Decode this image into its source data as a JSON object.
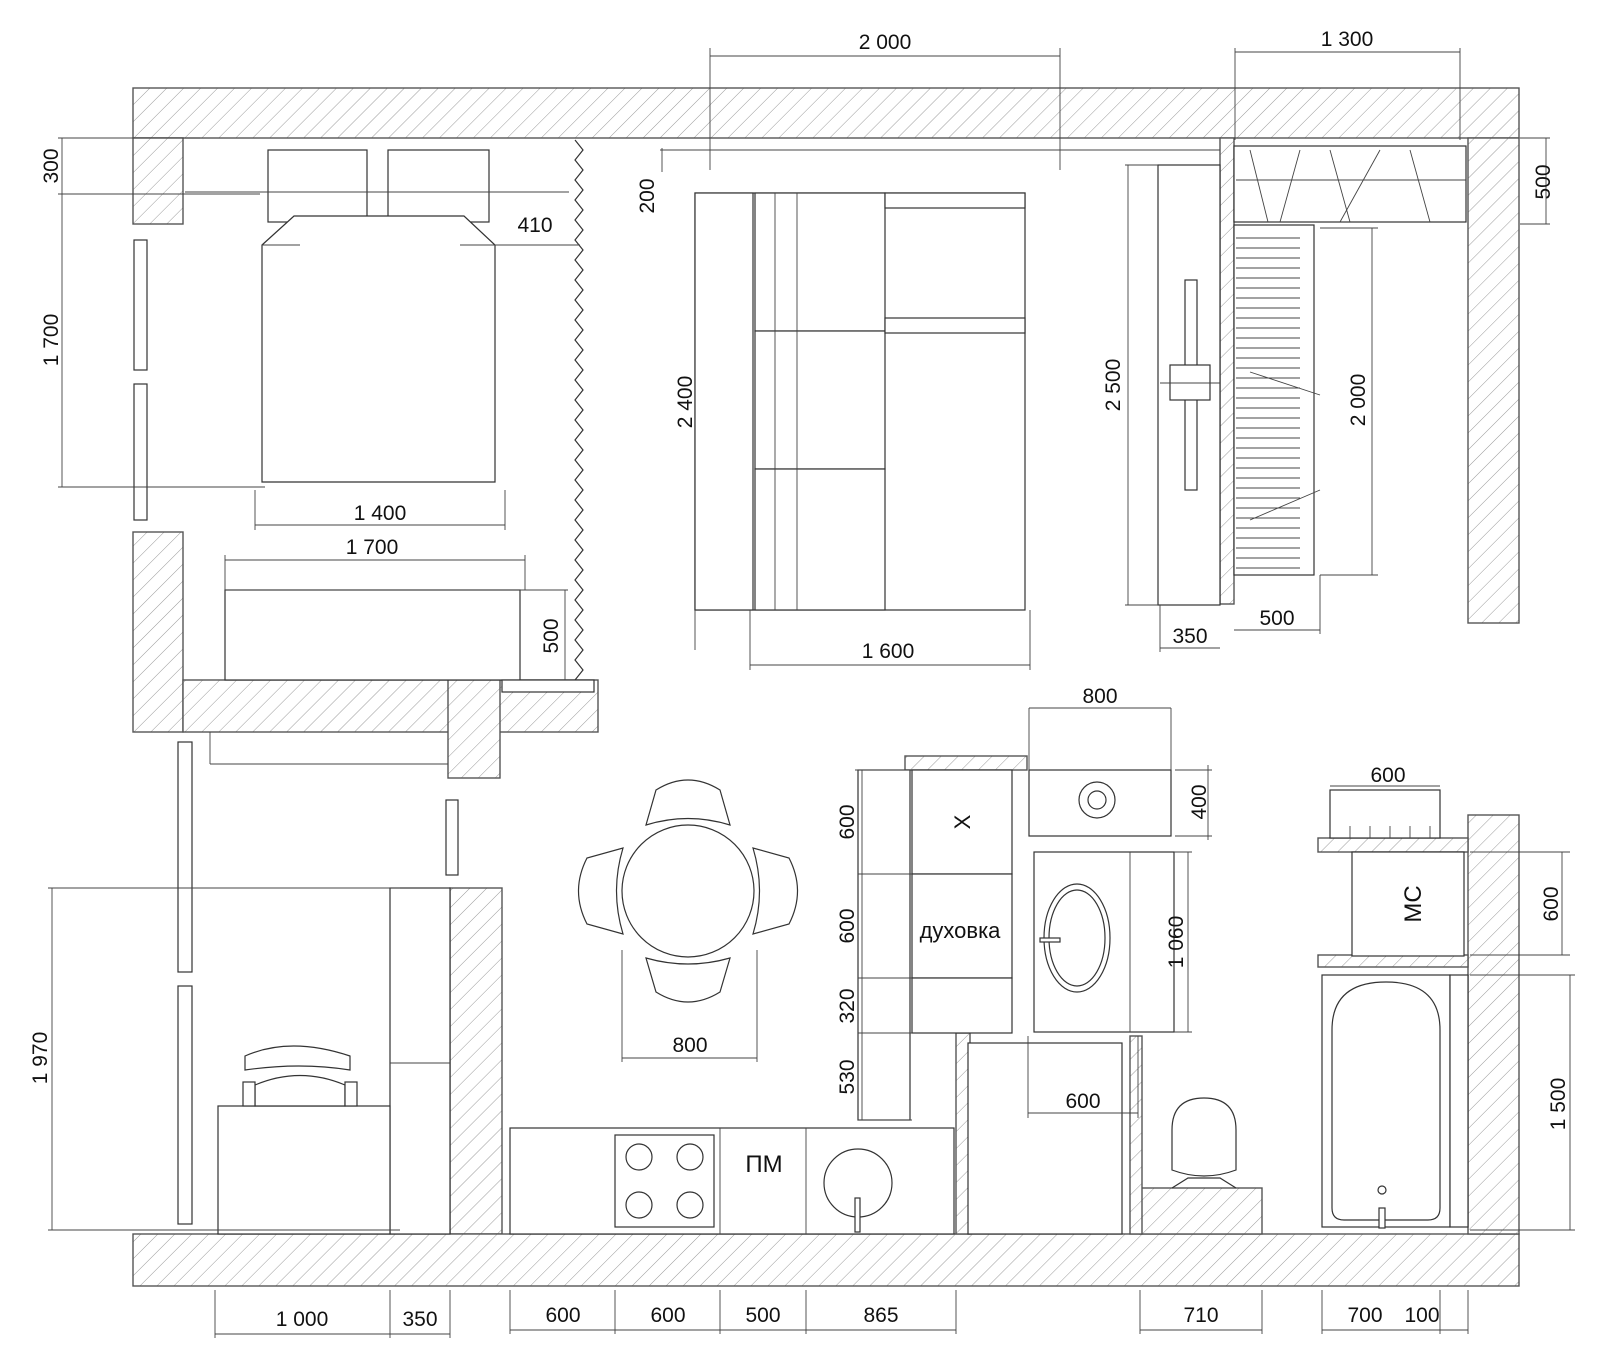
{
  "colors": {
    "wall_hatch": "#9a9a9a",
    "line": "#333333",
    "background": "#ffffff"
  },
  "dimensions": {
    "top_window": "2 000",
    "top_right": "1 300",
    "bed_depth_offset": "300",
    "bed_length": "1 700",
    "bed_width": "1 400",
    "bedside_gap": "410",
    "dresser_width": "1 700",
    "dresser_depth": "500",
    "sofa_offset": "200",
    "sofa_length": "2 400",
    "sofa_width": "1 600",
    "wardrobe_length": "2 500",
    "wardrobe_depth": "350",
    "closet_length": "2 000",
    "closet_depth": "500",
    "closet_shelf": "500",
    "washer_width": "800",
    "washer_depth": "400",
    "radiator_width": "600",
    "bath_cabinet_depth": "600",
    "bath_length": "1 500",
    "fridge": "600",
    "oven": "600",
    "oven_gap": "320",
    "kitchen_gap": "530",
    "table_diameter": "800",
    "sink_cabinet": "1 060",
    "cabinet_width": "600",
    "desk_length": "1 970",
    "bottom_desk": "1 000",
    "bottom_desk_side": "350",
    "bottom_k1": "600",
    "bottom_k2": "600",
    "bottom_k3": "500",
    "bottom_k4": "865",
    "bottom_toilet": "710",
    "bottom_bath": "700",
    "bottom_bath_gap": "100"
  },
  "labels": {
    "fridge_mark": "Х",
    "oven": "духовка",
    "dishwasher": "ПМ",
    "washing_machine": "МС"
  }
}
